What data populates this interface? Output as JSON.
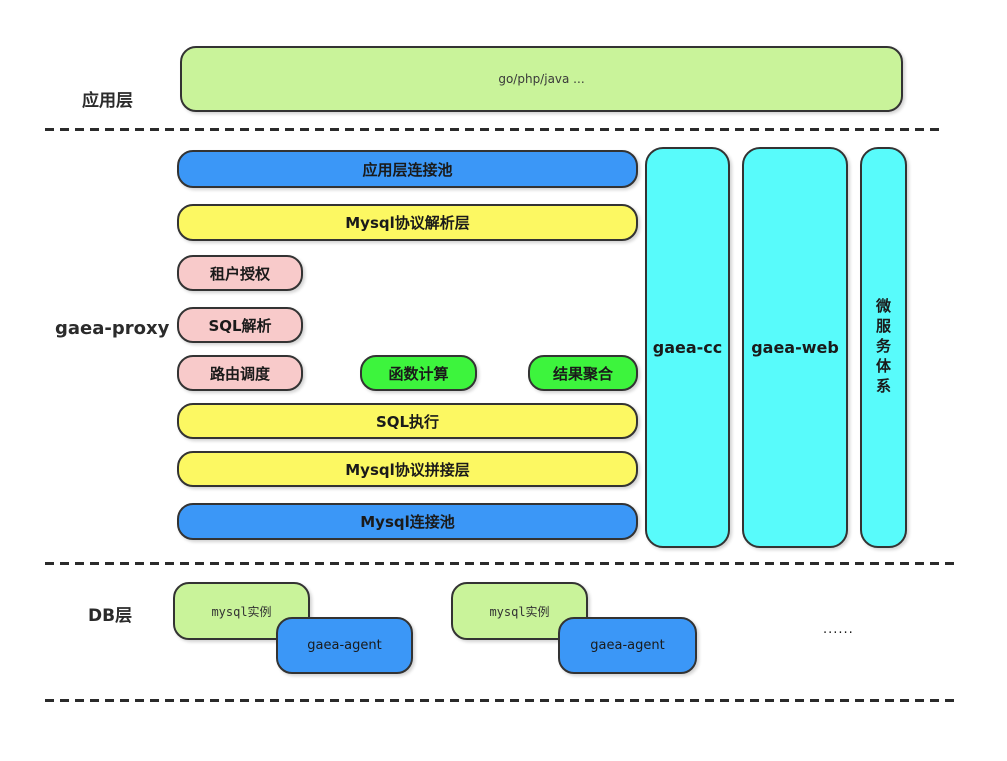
{
  "diagram": {
    "app": {
      "label": "应用层",
      "box": "go/php/java ..."
    },
    "proxy": {
      "label": "gaea-proxy",
      "app_conn_pool": "应用层连接池",
      "mysql_protocol_parse": "Mysql协议解析层",
      "tenant_auth": "租户授权",
      "sql_parse": "SQL解析",
      "route_dispatch": "路由调度",
      "func_compute": "函数计算",
      "result_merge": "结果聚合",
      "sql_exec": "SQL执行",
      "mysql_protocol_join": "Mysql协议拼接层",
      "mysql_conn_pool": "Mysql连接池",
      "gaea_cc": "gaea-cc",
      "gaea_web": "gaea-web",
      "microservice": "微服务体系"
    },
    "db": {
      "label": "DB层",
      "mysql_instance_1": "mysql实例",
      "gaea_agent_1": "gaea-agent",
      "mysql_instance_2": "mysql实例",
      "gaea_agent_2": "gaea-agent",
      "more": "......"
    }
  },
  "colors": {
    "blue": "#3b97f7",
    "yellow": "#fcf862",
    "pink": "#f8caca",
    "green": "#3df43d",
    "cyan": "#58fbfb",
    "light_green": "#c9f39a",
    "outline": "#333333"
  }
}
